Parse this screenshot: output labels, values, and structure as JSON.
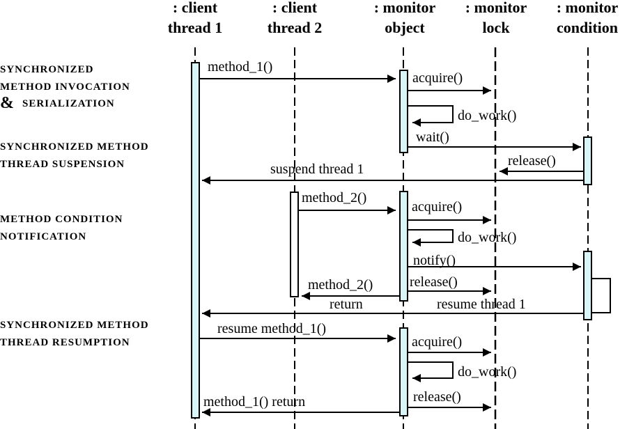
{
  "participants": [
    {
      "line1": ": client",
      "line2": "thread 1"
    },
    {
      "line1": ": client",
      "line2": "thread 2"
    },
    {
      "line1": ": monitor",
      "line2": "object"
    },
    {
      "line1": ": monitor",
      "line2": "lock"
    },
    {
      "line1": ": monitor",
      "line2": "condition"
    }
  ],
  "phases": [
    {
      "line1": "SYNCHRONIZED",
      "line2": "METHOD INVOCATION",
      "amp": "&",
      "line3": "SERIALIZATION"
    },
    {
      "line1": "SYNCHRONIZED METHOD",
      "line2": "THREAD SUSPENSION"
    },
    {
      "line1": "METHOD CONDITION",
      "line2": "NOTIFICATION"
    },
    {
      "line1": "SYNCHRONIZED METHOD",
      "line2": "THREAD RESUMPTION"
    }
  ],
  "messages": {
    "method_1": "method_1()",
    "acquire_1": "acquire()",
    "do_work_1": "do_work()",
    "wait": "wait()",
    "release_1": "release()",
    "suspend": "suspend thread 1",
    "method_2": "method_2()",
    "acquire_2": "acquire()",
    "do_work_2": "do_work()",
    "notify": "notify()",
    "release_2": "release()",
    "method_2_return_a": "method_2()",
    "method_2_return_b": "return",
    "resume_thread": "resume thread 1",
    "resume_method": "resume method_1()",
    "acquire_3": "acquire()",
    "do_work_3": "do_work()",
    "release_3": "release()",
    "method_1_return": "method_1() return"
  },
  "colors": {
    "activation_fill": "#d9f5f7",
    "line": "#000000"
  }
}
